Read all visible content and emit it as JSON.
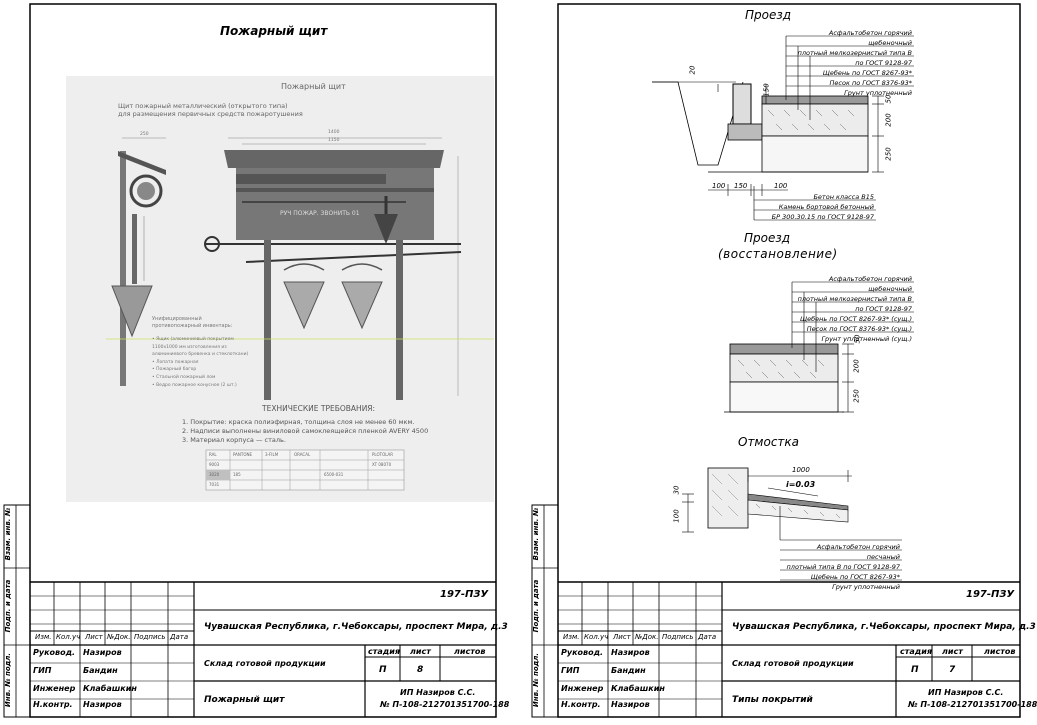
{
  "left": {
    "title": "Пожарный щит",
    "photo": {
      "heading": "Пожарный щит",
      "subtitle1": "Щит пожарный металлический (открытого типа)",
      "subtitle2": "для размещения первичных средств пожаротушения",
      "dim_top1": "1400",
      "dim_top2": "1150",
      "dim_left": "250",
      "board_label": "РУЧ ПОЖАР. ЗВОНИТЬ 01",
      "list_title1": "Унифицированный",
      "list_title2": "противопожарный инвентарь:",
      "list": [
        "• Ящик (алюминиевый покрытием",
        "  1100х1000 мм изготовления из",
        "  алюминиевого бревенка и стеклоткани)",
        "• Лопата пожарная",
        "• Пожарный багор",
        "• Стальной пожарный лом",
        "• Ведро пожарное конусное (2 шт.)"
      ],
      "tech_title": "ТЕХНИЧЕСКИЕ ТРЕБОВАНИЯ:",
      "tech": [
        "1.  Покрытие: краска полиэфирная, толщина слоя не менее  60 мкм.",
        "2.  Надписи выполнены виниловой самоклеящейся пленкой AVERY 4500",
        "3.  Материал корпуса — сталь."
      ],
      "table_header": [
        "RAL",
        "PANTONE",
        "3-FILM",
        "ORACAL",
        "PLOTOLAR"
      ],
      "table_rows": [
        [
          "9003",
          "",
          "",
          "",
          "XT 08070"
        ],
        [
          "3020",
          "185",
          "",
          "6500-031",
          ""
        ],
        [
          "7031",
          "",
          "",
          "",
          ""
        ]
      ]
    },
    "stamp": {
      "code": "197-ПЗУ",
      "address": "Чувашская Республика, г.Чебоксары, проспект Мира, д.3",
      "object": "Склад готовой продукции",
      "sheet_name": "Пожарный щит",
      "org1": "ИП Назиров С.С.",
      "org2": "№ П-108-212701351700-188",
      "stage_label": "стадия",
      "sheet_label": "лист",
      "sheets_label": "листов",
      "stage": "П",
      "sheet_num": "8",
      "sheets": ""
    }
  },
  "right": {
    "title_passage": "Проезд",
    "passage_layers": [
      "Асфальтобетон горячий щебеночный",
      "плотный мелкозернистый типа В",
      "по ГОСТ 9128-97",
      "Щебень по ГОСТ 8267-93*",
      "Песок по ГОСТ 8376-93*",
      "Грунт уплотненный"
    ],
    "passage_dims": [
      "20",
      "150",
      "50",
      "200",
      "250",
      "100",
      "150",
      "100"
    ],
    "curb": [
      "Бетон класса В15",
      "Камень бортовой бетонный",
      "БР 300.30.15  по ГОСТ 9128-97"
    ],
    "title_rest1": "Проезд",
    "title_rest2": "(восстановление)",
    "rest_layers": [
      "Асфальтобетон горячий щебеночный",
      "плотный мелкозернистый типа В",
      "по ГОСТ 9128-97",
      "Щебень по ГОСТ 8267-93* (сущ.)",
      "Песок по ГОСТ 8376-93* (сущ.)",
      "Грунт уплотненный (сущ.)"
    ],
    "rest_dims": [
      "50",
      "200",
      "250"
    ],
    "title_blind": "Отмостка",
    "blind_dims": [
      "1000",
      "30",
      "100"
    ],
    "slope": "i=0.03",
    "blind_layers": [
      "Асфальтобетон горячий песчаный",
      "плотный типа В по ГОСТ 9128-97",
      "Щебень по ГОСТ 8267-93*",
      "Грунт уплотненный"
    ],
    "stamp": {
      "code": "197-ПЗУ",
      "address": "Чувашская Республика, г.Чебоксары, проспект Мира, д.3",
      "object": "Склад готовой продукции",
      "sheet_name": "Типы покрытий",
      "org1": "ИП Назиров С.С.",
      "org2": "№ П-108-212701351700-188",
      "stage_label": "стадия",
      "sheet_label": "лист",
      "sheets_label": "листов",
      "stage": "П",
      "sheet_num": "7",
      "sheets": ""
    }
  },
  "common": {
    "side": [
      "Взам. инв. №",
      "Подп. и дата",
      "Инв. № подл."
    ],
    "col_heads": [
      "Изм.",
      "Кол.уч",
      "Лист",
      "№Док.",
      "Подпись",
      "Дата"
    ],
    "roles": [
      [
        "Руковод.",
        "Назиров"
      ],
      [
        "ГИП",
        "Бандин"
      ],
      [
        "Инженер",
        "Клабашкин"
      ],
      [
        "Н.контр.",
        "Назиров"
      ]
    ]
  }
}
